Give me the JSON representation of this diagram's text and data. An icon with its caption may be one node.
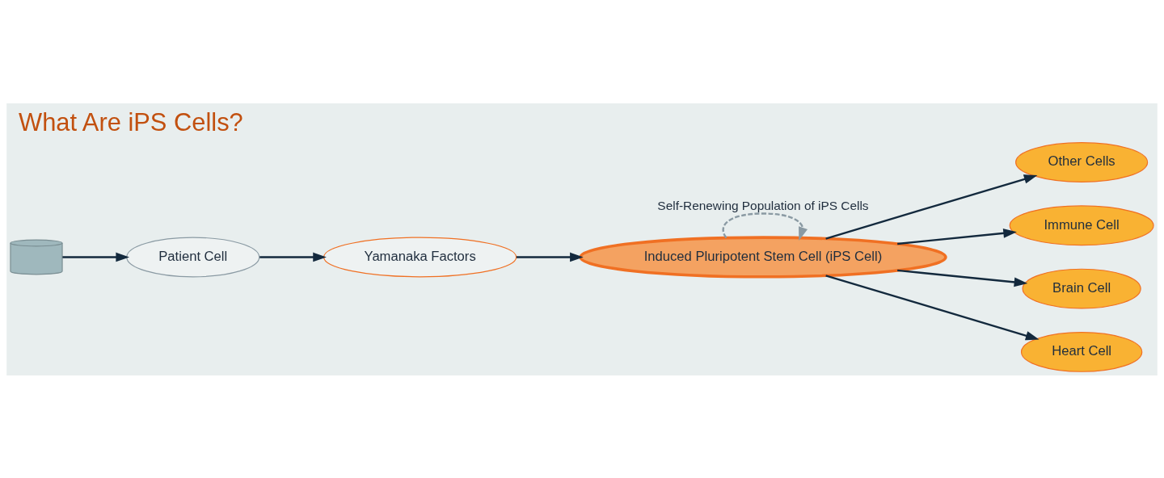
{
  "diagram": {
    "title": "What Are iPS Cells?",
    "nodes": [
      {
        "text": [],
        "shape": "picture"
      },
      {
        "text": [
          "Patient Cell"
        ]
      },
      {
        "text": [
          "Yamanaka Factors"
        ]
      },
      {
        "text": [
          "Induced Pluripotent Stem Cell (iPS Cell)"
        ]
      },
      {
        "text": [
          "Other Cells"
        ]
      },
      {
        "text": [
          "Immune Cell"
        ]
      },
      {
        "text": [
          "Brain Cell"
        ]
      },
      {
        "text": [
          "Heart Cell"
        ]
      }
    ],
    "edges": [
      {
        "from": 0,
        "to": 1,
        "arrow": "to"
      },
      {
        "from": 1,
        "to": 2,
        "arrow": "to"
      },
      {
        "from": 2,
        "to": 3,
        "arrow": "to"
      },
      {
        "from": 3,
        "to": 3,
        "arrow": "to",
        "label": "Self-Renewing Population of iPS Cells",
        "style": "dashed",
        "color": "#8a9aa3"
      },
      {
        "from": 3,
        "to": 4,
        "arrow": "to"
      },
      {
        "from": 3,
        "to": 5,
        "arrow": "to"
      },
      {
        "from": 3,
        "to": 6,
        "arrow": "to"
      },
      {
        "from": 3,
        "to": 7,
        "arrow": "to"
      }
    ]
  }
}
